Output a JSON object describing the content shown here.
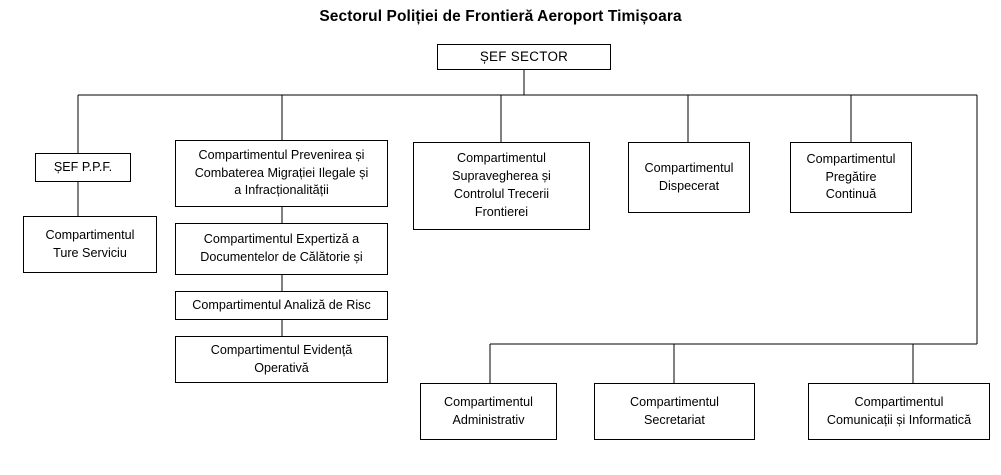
{
  "diagram": {
    "title": "Sectorul Poliției de Frontieră Aeroport Timișoara",
    "type": "organizational-chart",
    "line_color": "#000000",
    "background_color": "#ffffff",
    "nodes": {
      "root": "ȘEF SECTOR",
      "sef_ppf": "ȘEF P.P.F.",
      "ture_serviciu": "Compartimentul\nTure Serviciu",
      "prevenirea": "Compartimentul Prevenirea și\nCombaterea Migrației Ilegale și\na Infracționalității",
      "expertiza": "Compartimentul Expertiză a\nDocumentelor de Călătorie și",
      "analiza_risc": "Compartimentul Analiză de Risc",
      "evidenta": "Compartimentul Evidență\nOperativă",
      "supravegherea": "Compartimentul\nSupravegherea și\nControlul Trecerii\nFrontierei",
      "dispecerat": "Compartimentul\nDispecerat",
      "pregatire": "Compartimentul\nPregătire\nContinuă",
      "administrativ": "Compartimentul\nAdministrativ",
      "secretariat": "Compartimentul\nSecretariat",
      "comunicatii": "Compartimentul\nComunicații și Informatică"
    }
  }
}
